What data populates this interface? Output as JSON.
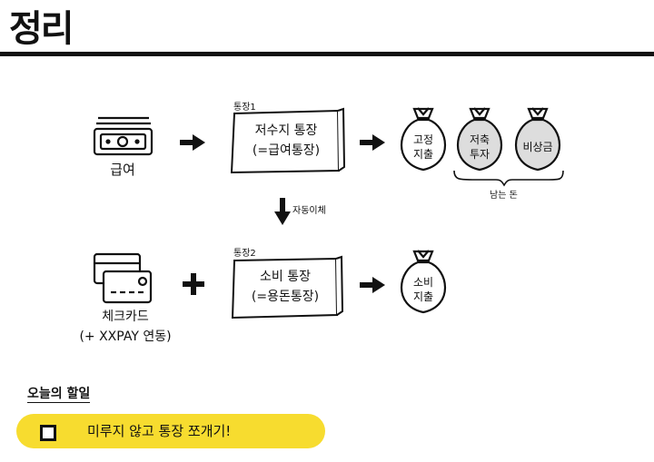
{
  "header": {
    "title": "정리"
  },
  "salary": {
    "label": "급여"
  },
  "account1": {
    "tag": "통장1",
    "line1": "저수지 통장",
    "line2": "(=급여통장)"
  },
  "bags_top": [
    {
      "line1": "고정",
      "line2": "지출"
    },
    {
      "line1": "저축",
      "line2": "투자"
    },
    {
      "line1": "비상금",
      "line2": ""
    }
  ],
  "brace_label": "남는 돈",
  "transfer": {
    "label": "자동이체"
  },
  "card": {
    "line1": "체크카드",
    "line2": "(+ XXPAY 연동)"
  },
  "account2": {
    "tag": "통장2",
    "line1": "소비 통장",
    "line2": "(=용돈통장)"
  },
  "bag_bottom": {
    "line1": "소비",
    "line2": "지출"
  },
  "todo": {
    "heading": "오늘의 할일",
    "item": "미루지 않고 통장 쪼개기!"
  }
}
